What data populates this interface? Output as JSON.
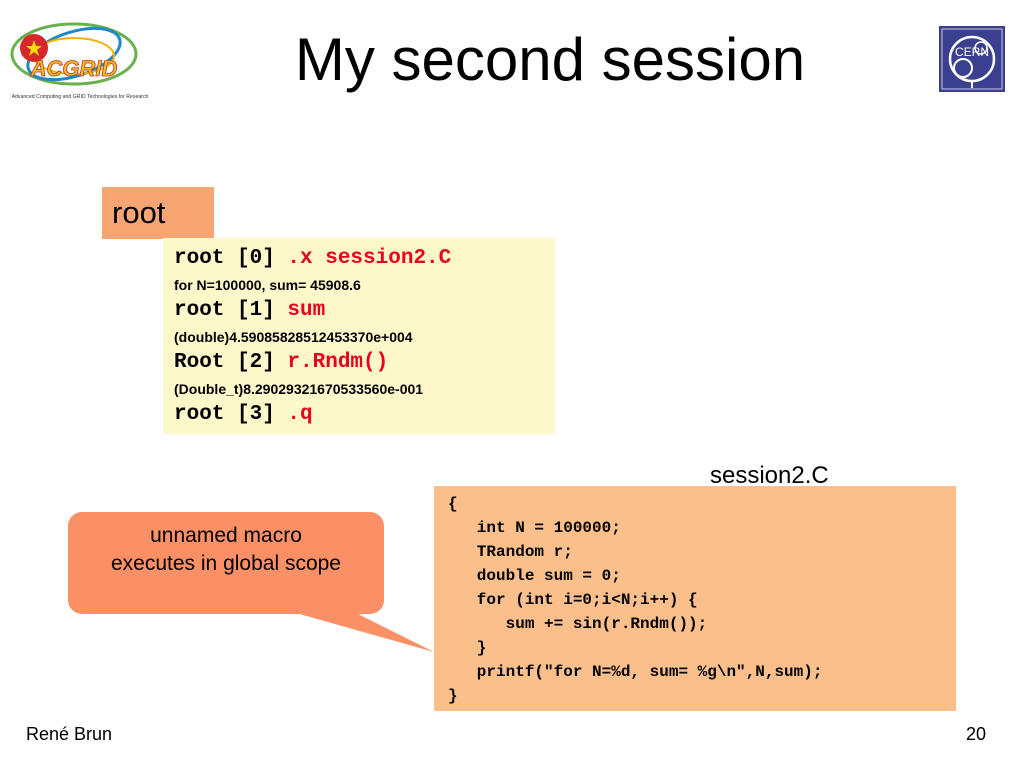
{
  "header": {
    "title": "My second session",
    "left_logo": {
      "text": "ACGRID",
      "caption": "Advanced Computing and GRID Technologies for Research"
    },
    "right_logo": {
      "text": "CERN"
    }
  },
  "root_label": "root",
  "console": {
    "lines": [
      {
        "kind": "cmd",
        "prompt": "root [0] ",
        "input": ".x session2.C"
      },
      {
        "kind": "out",
        "text": "for N=100000, sum= 45908.6"
      },
      {
        "kind": "cmd",
        "prompt": "root [1] ",
        "input": "sum"
      },
      {
        "kind": "out",
        "text": "(double)4.59085828512453370e+004"
      },
      {
        "kind": "cmd",
        "prompt": "Root [2] ",
        "input": "r.Rndm()"
      },
      {
        "kind": "out",
        "text": "(Double_t)8.29029321670533560e-001"
      },
      {
        "kind": "cmd",
        "prompt": "root [3] ",
        "input": ".q"
      }
    ]
  },
  "file_label": "session2.C",
  "code_lines": [
    "{",
    "   int N = 100000;",
    "   TRandom r;",
    "   double sum = 0;",
    "   for (int i=0;i<N;i++) {",
    "      sum += sin(r.Rndm());",
    "   }",
    "   printf(\"for N=%d, sum= %g\\n\",N,sum);",
    "}"
  ],
  "callout": {
    "line1": "unnamed macro",
    "line2": "executes in global scope"
  },
  "footer": {
    "author": "René Brun",
    "page": "20"
  },
  "colors": {
    "root_label_bg": "#f7a573",
    "console_bg": "#fdf8c9",
    "console_input": "#e8001c",
    "code_bg": "#fbbf8c",
    "callout_bg": "#fb8f66"
  }
}
